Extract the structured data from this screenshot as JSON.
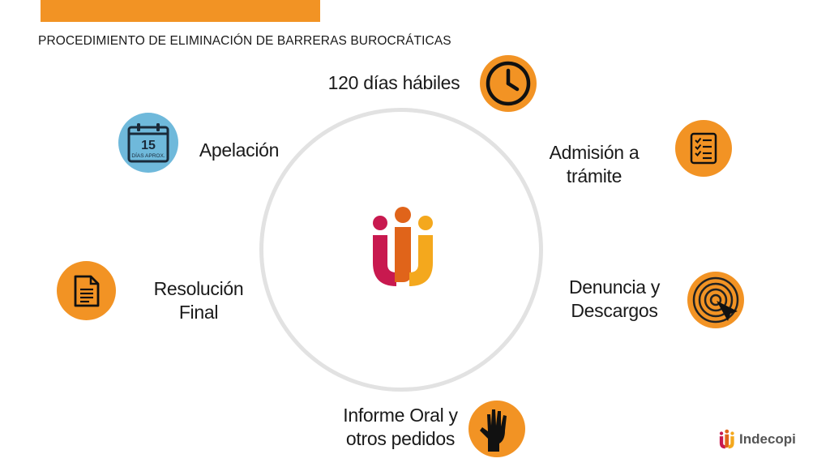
{
  "header": {
    "title": "PROCEDIMIENTO DE ELIMINACIÓN DE BARRERAS BUROCRÁTICAS"
  },
  "steps": {
    "duration": "120 días hábiles",
    "admission_line1": "Admisión a",
    "admission_line2": "trámite",
    "complaint_line1": "Denuncia y",
    "complaint_line2": "Descargos",
    "oral_line1": "Informe Oral y",
    "oral_line2": "otros pedidos",
    "resolution_line1": "Resolución",
    "resolution_line2": "Final",
    "appeal": "Apelación"
  },
  "calendar": {
    "day": "15",
    "caption": "DÍAS APROX."
  },
  "brand": {
    "name": "Indecopi"
  },
  "colors": {
    "accent": "#f29324",
    "calendar_blue": "#6fb9db",
    "ring": "#e2e2e2",
    "logo_magenta": "#c8194f",
    "logo_orange": "#e0641a",
    "logo_yellow": "#f4a81d"
  },
  "icons": [
    "clock-icon",
    "checklist-icon",
    "target-cursor-icon",
    "raised-hand-icon",
    "document-icon",
    "calendar-icon",
    "indecopi-logo"
  ]
}
